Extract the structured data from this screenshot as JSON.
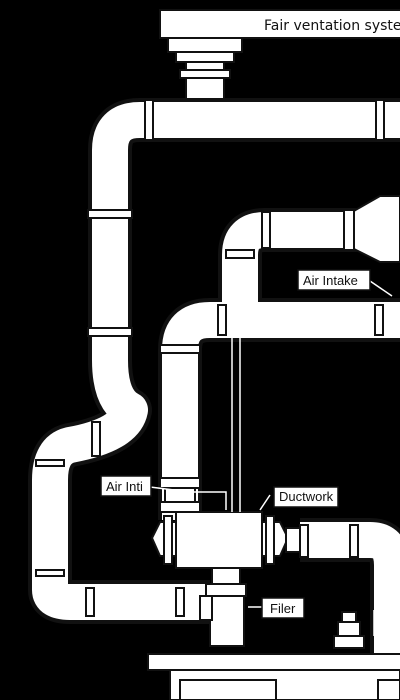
{
  "diagram": {
    "title": "Fair ventation syste",
    "labels": {
      "air_intake_top": "Air Intake",
      "air_intake_left": "Air Inti",
      "ductwork": "Ductwork",
      "filter": "Filer"
    }
  },
  "colors": {
    "background": "#000000",
    "pipe": "#ffffff",
    "outline": "#111111",
    "label_bg": "#ffffff"
  }
}
